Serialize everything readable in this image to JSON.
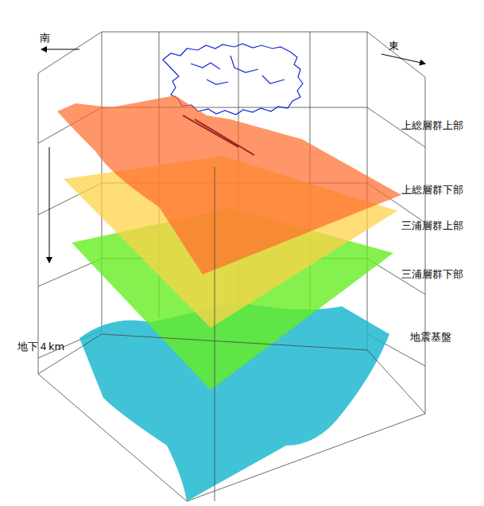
{
  "diagram": {
    "labels": [
      "南",
      "東",
      "上総層群上部",
      "上総層群下部",
      "三浦層群上部",
      "三浦層群下部",
      "地震基盤",
      "地下４km"
    ]
  }
}
